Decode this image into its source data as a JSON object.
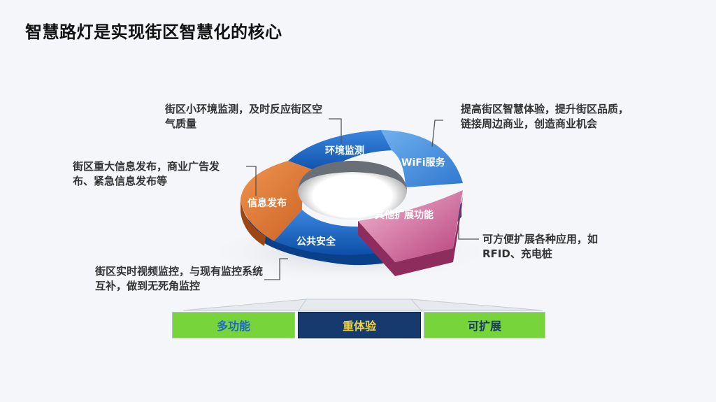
{
  "title": "智慧路灯是实现街区智慧化的核心",
  "segments": {
    "env": "环境监测",
    "wifi": "WiFi服务",
    "info": "信息发布",
    "safe": "公共安全",
    "other": "其他扩展功能"
  },
  "notes": {
    "env": "街区小环境监测，及时反应街区空气质量",
    "wifi": "提高街区智慧体验，提升街区品质，链接周边商业，创造商业机会",
    "info": "街区重大信息发布，商业广告发布、紧急信息发布等",
    "other": "可方便扩展各种应用，如RFID、充电桩",
    "safe": "街区实时视频监控，与现有监控系统互补，做到无死角监控"
  },
  "bars": [
    "多功能",
    "重体验",
    "可扩展"
  ],
  "colors": {
    "blue": "#1565c0",
    "light_blue": "#4a8fdc",
    "orange": "#d9763a",
    "pink": "#c94f88",
    "green": "#77d43a",
    "navy": "#163a6e"
  }
}
